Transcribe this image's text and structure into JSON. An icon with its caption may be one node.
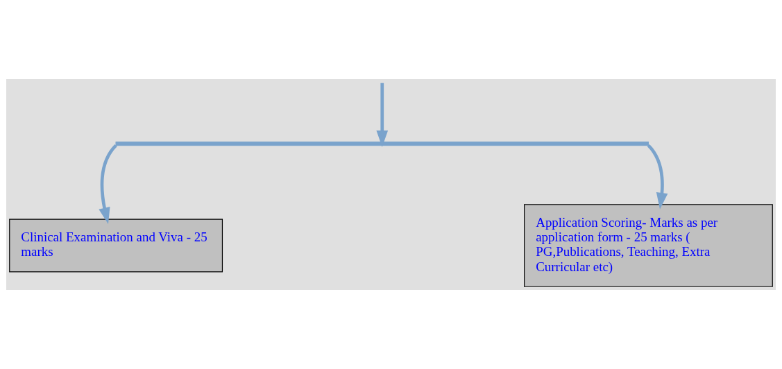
{
  "diagram": {
    "nodes": [
      {
        "text": [],
        "shape": "bar"
      },
      {
        "text": [
          "Clinical Examination and Viva - 25 marks"
        ]
      },
      {
        "text": [
          "Application Scoring- Marks as per application form - 25 marks ( PG,Publications, Teaching, Extra Curricular etc)"
        ]
      }
    ],
    "edges": [
      {
        "from": null,
        "to": 0,
        "arrow": "to"
      },
      {
        "from": 0,
        "to": 1,
        "arrow": "to"
      },
      {
        "from": 0,
        "to": 2,
        "arrow": "to"
      }
    ]
  }
}
